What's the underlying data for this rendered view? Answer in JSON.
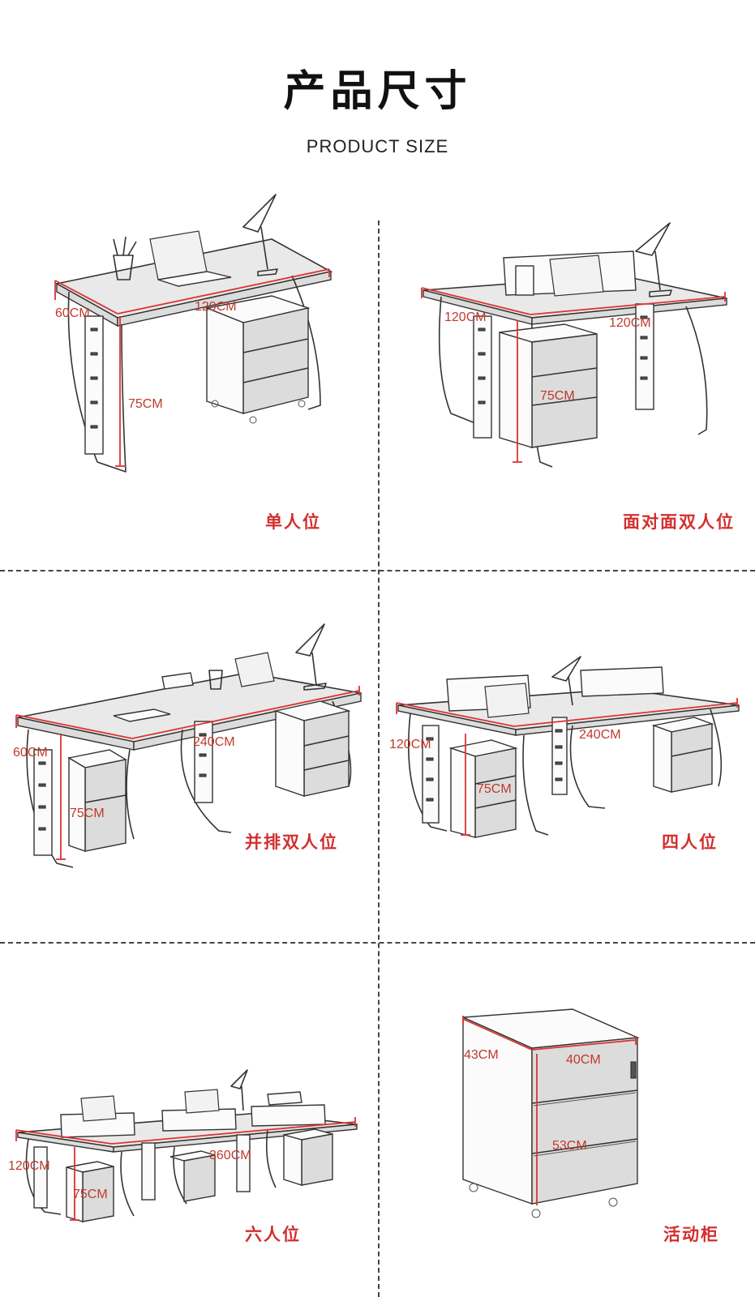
{
  "header": {
    "title_cn": "产品尺寸",
    "title_en": "PRODUCT SIZE"
  },
  "panels": [
    {
      "caption": "单人位",
      "dims": [
        "60CM",
        "120CM",
        "75CM"
      ]
    },
    {
      "caption": "面对面双人位",
      "dims": [
        "120CM",
        "120CM",
        "75CM"
      ]
    },
    {
      "caption": "并排双人位",
      "dims": [
        "60CM",
        "240CM",
        "75CM"
      ]
    },
    {
      "caption": "四人位",
      "dims": [
        "120CM",
        "240CM",
        "75CM"
      ]
    },
    {
      "caption": "六人位",
      "dims": [
        "120CM",
        "360CM",
        "75CM"
      ]
    },
    {
      "caption": "活动柜",
      "dims": [
        "43CM",
        "40CM",
        "53CM"
      ]
    }
  ],
  "colors": {
    "accent_red": "#d32f2f",
    "dimension_line": "#dd3333",
    "divider": "#444444"
  }
}
